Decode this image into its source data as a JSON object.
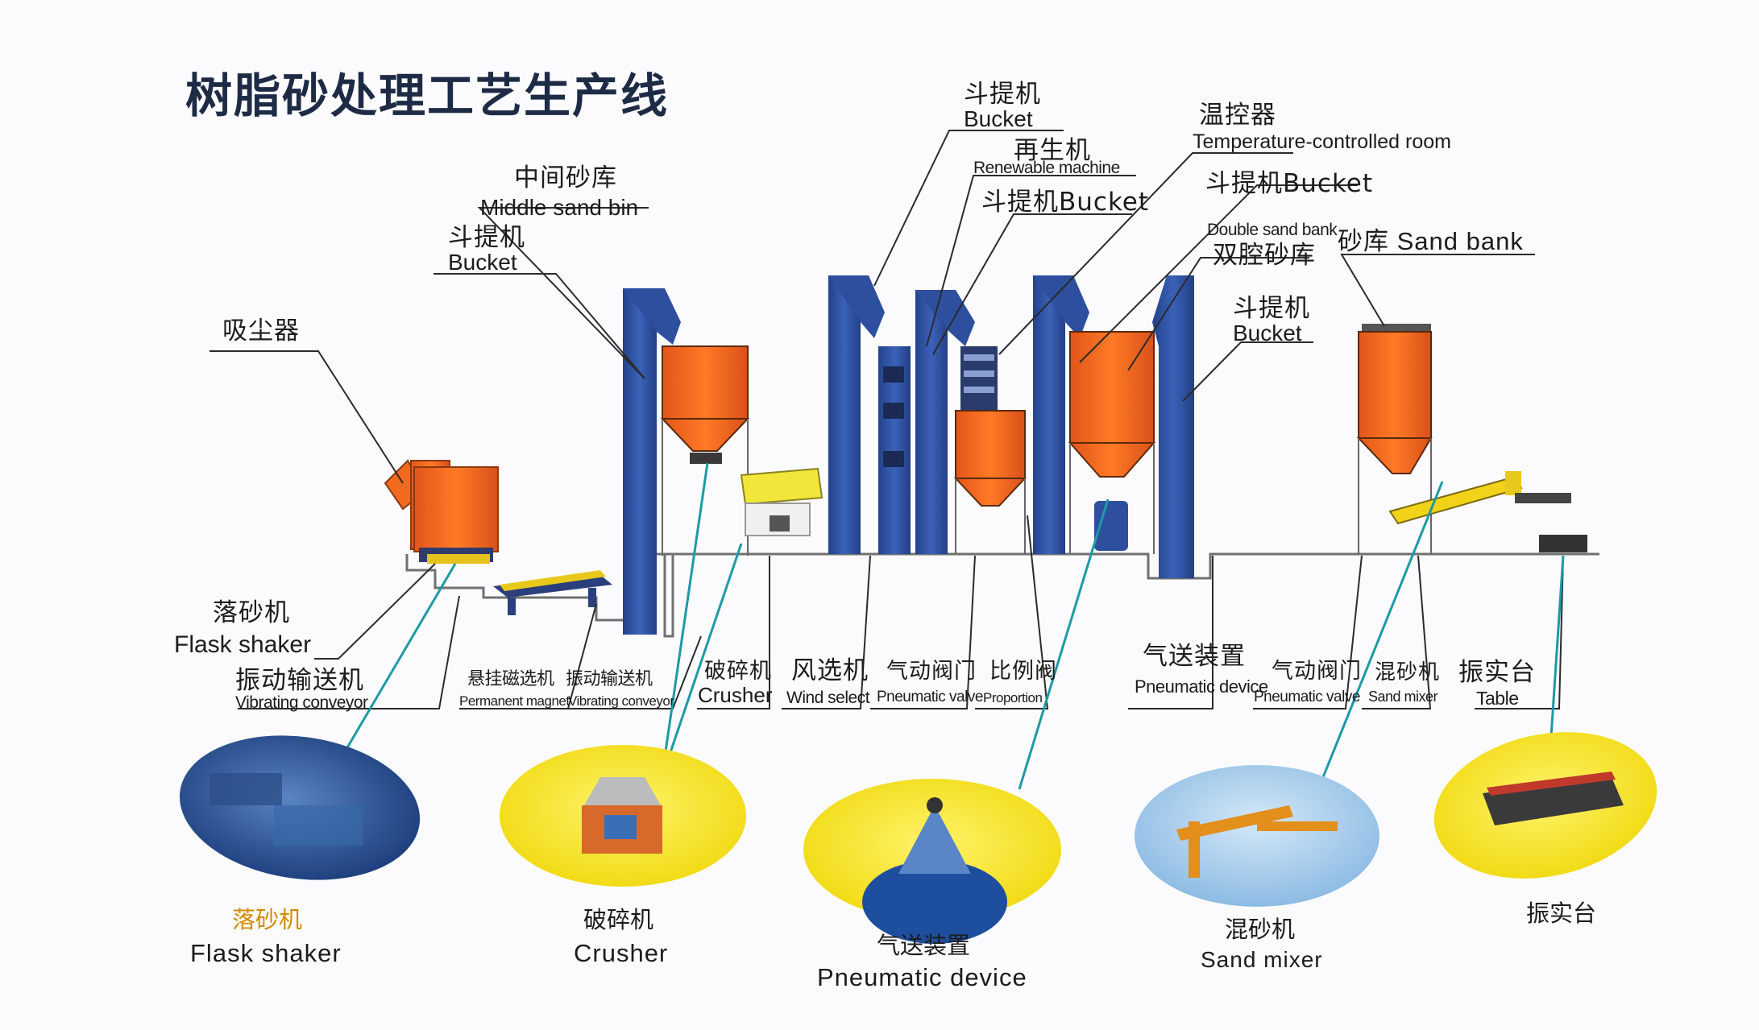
{
  "title": "树脂砂处理工艺生产线",
  "colors": {
    "silo": "#f26a1f",
    "structure": "#2d4f9e",
    "leader": "#1e9aa6",
    "ground": "#6b6b6b",
    "yellow_ellipse": "#f5e51e",
    "blue_ellipse": "#9cc7e9"
  },
  "top_labels": {
    "bucket1_cn": "斗提机",
    "bucket1_en": "Bucket",
    "regen_cn": "再生机",
    "regen_en": "Renewable machine",
    "bucket2": "斗提机Bucket",
    "temp_cn": "温控器",
    "temp_en": "Temperature-controlled room",
    "bucket3": "斗提机Bucket",
    "double_en": "Double sand bank",
    "double_cn": "双腔砂库",
    "sandbank": "砂库 Sand bank",
    "bucket4_cn": "斗提机",
    "bucket4_en": "Bucket",
    "middle_cn": "中间砂库",
    "middle_en": "Middle sand bin",
    "bucket5_cn": "斗提机",
    "bucket5_en": "Bucket",
    "dust": "吸尘器"
  },
  "bottom_labels": {
    "flask_cn": "落砂机",
    "flask_en": "Flask shaker",
    "vib1_cn": "振动输送机",
    "vib1_en": "Vibrating conveyor",
    "magnet_cn": "悬挂磁选机",
    "magnet_en": "Permanent magnet",
    "vib2_cn": "振动输送机",
    "vib2_en": "Vibrating conveyor",
    "crusher_cn": "破碎机",
    "crusher_en": "Crusher",
    "wind_cn": "风选机",
    "wind_en": "Wind select",
    "valve1_cn": "气动阀门",
    "valve1_en": "Pneumatic valve",
    "ratio_cn": "比例阀",
    "ratio_en": "Proportion",
    "pneu_cn": "气送装置",
    "pneu_en": "Pneumatic device",
    "valve2_cn": "气动阀门",
    "valve2_en": "Pneumatic valve",
    "mixer_cn": "混砂机",
    "mixer_en": "Sand mixer",
    "table_cn": "振实台",
    "table_en": "Table"
  },
  "photos": {
    "flask_cn": "落砂机",
    "flask_en": "Flask shaker",
    "crusher_cn": "破碎机",
    "crusher_en": "Crusher",
    "pneu_cn": "气送装置",
    "pneu_en": "Pneumatic device",
    "mixer_cn": "混砂机",
    "mixer_en": "Sand mixer",
    "table_cn": "振实台"
  }
}
